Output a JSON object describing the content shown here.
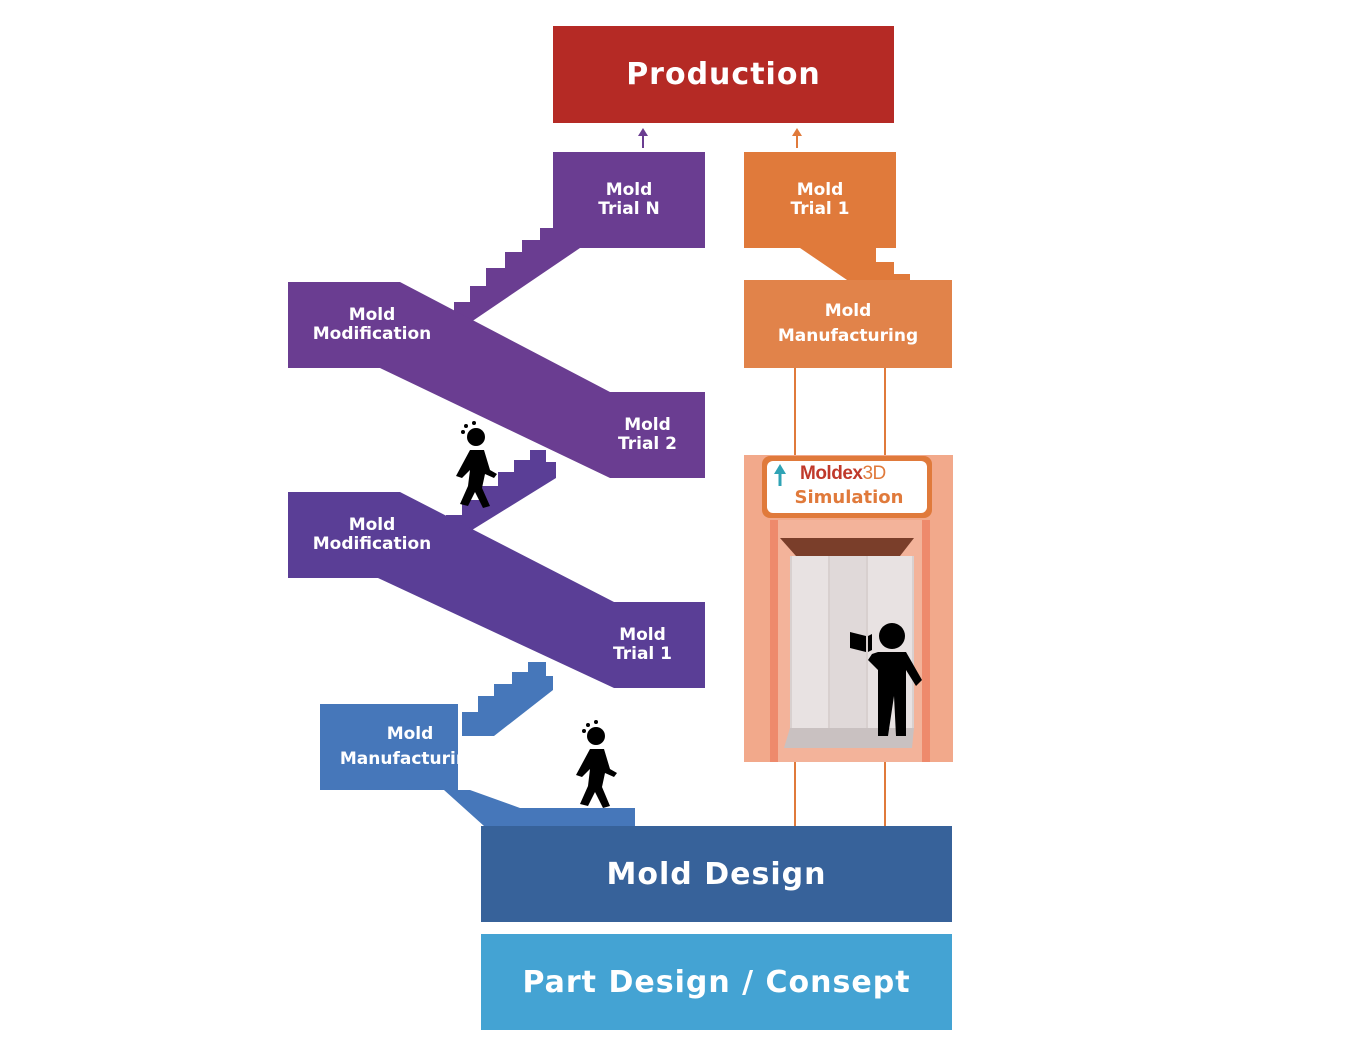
{
  "production": {
    "label": "Production"
  },
  "traditional": {
    "mold_trial_n": [
      "Mold",
      "Trial N"
    ],
    "mold_modification_2": [
      "Mold",
      "Modification"
    ],
    "mold_trial_2": [
      "Mold",
      "Trial 2"
    ],
    "mold_modification_1": [
      "Mold",
      "Modification"
    ],
    "mold_trial_1": [
      "Mold",
      "Trial 1"
    ],
    "mold_manufacturing": [
      "Mold",
      "Manufacturing"
    ]
  },
  "simulation_path": {
    "mold_trial_1": [
      "Mold",
      "Trial 1"
    ],
    "mold_manufacturing": [
      "Mold",
      "Manufacturing"
    ],
    "brand": "Moldex3D",
    "brand_suffix": "3D",
    "brand_prefix": "Moldex",
    "elevator_label": "Simulation"
  },
  "mold_design": {
    "label": "Mold Design"
  },
  "part_design": {
    "label": "Part Design / Consept"
  },
  "colors": {
    "production": "#b52a25",
    "purple": "#6a3d91",
    "indigo": "#574497",
    "blue": "#4677ba",
    "orange": "#e07a3b",
    "mold_design": "#37629a",
    "part_design": "#44a3d3",
    "elevator": "#f2a98b"
  },
  "icons": [
    "walking-person-icon",
    "reading-person-icon",
    "up-arrow-icon"
  ]
}
